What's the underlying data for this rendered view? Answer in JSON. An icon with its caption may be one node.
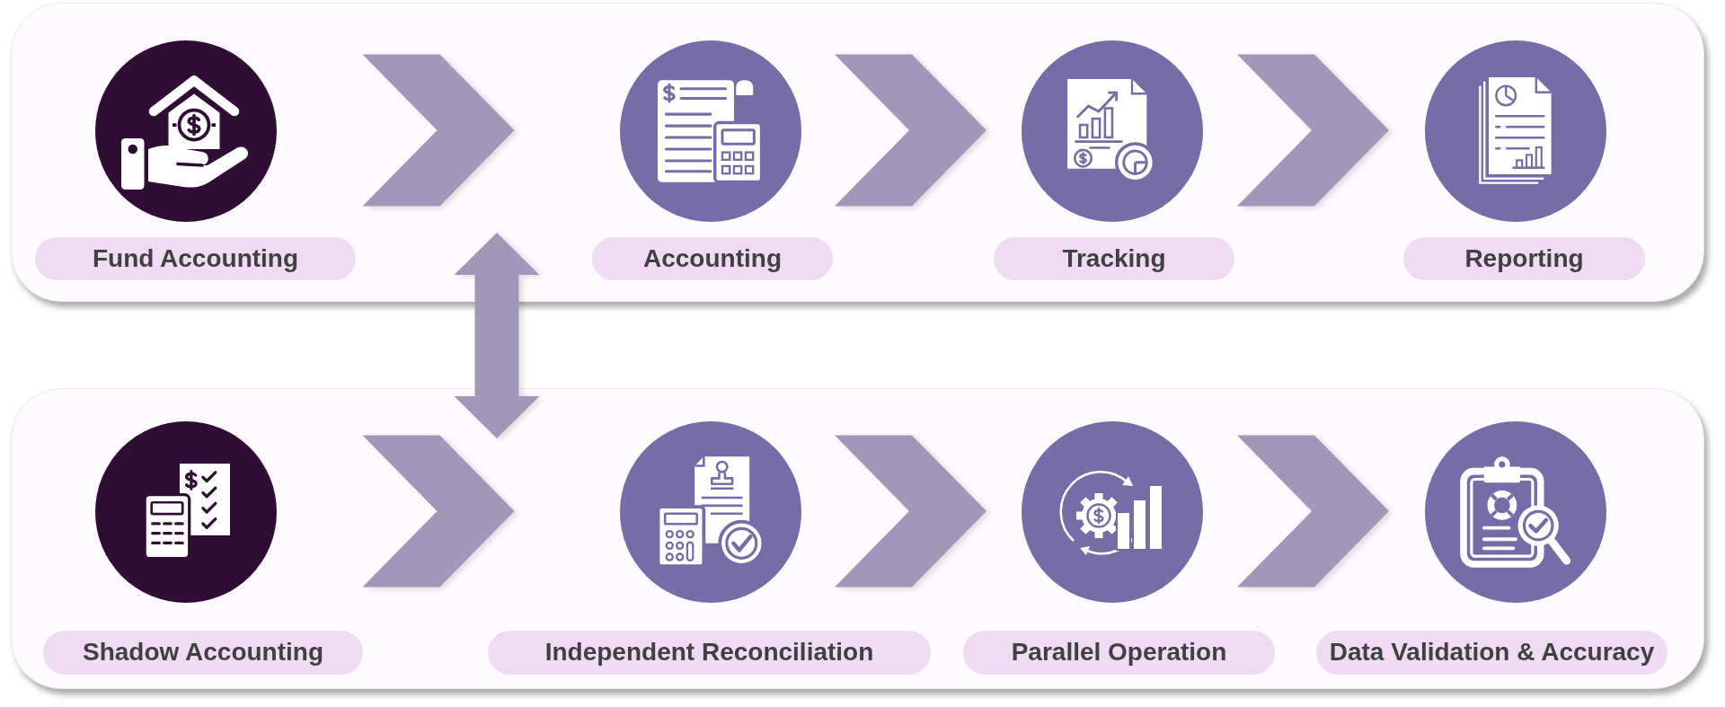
{
  "diagram": {
    "nodes": [
      {
        "text": [],
        "shape": "box"
      },
      {
        "text": [],
        "shape": "circle",
        "in": 0
      },
      {
        "text": [
          "Fund Accounting"
        ],
        "in": 0
      },
      {
        "text": [],
        "shape": "circle",
        "in": 0
      },
      {
        "text": [
          "Accounting"
        ],
        "in": 0
      },
      {
        "text": [],
        "shape": "circle",
        "in": 0
      },
      {
        "text": [
          "Tracking"
        ],
        "in": 0
      },
      {
        "text": [],
        "shape": "circle",
        "in": 0
      },
      {
        "text": [
          "Reporting"
        ],
        "in": 0
      },
      {
        "text": [],
        "shape": "box"
      },
      {
        "text": [],
        "shape": "circle",
        "in": 9
      },
      {
        "text": [
          "Shadow Accounting"
        ],
        "in": 9
      },
      {
        "text": [],
        "shape": "circle",
        "in": 9
      },
      {
        "text": [
          "Independent Reconciliation"
        ],
        "in": 9
      },
      {
        "text": [],
        "shape": "circle",
        "in": 9
      },
      {
        "text": [
          "Parallel Operation"
        ],
        "in": 9
      },
      {
        "text": [],
        "shape": "circle",
        "in": 9
      },
      {
        "text": [
          "Data Validation & Accuracy"
        ],
        "in": 9
      }
    ],
    "edges": [
      {
        "from": 1,
        "to": 3,
        "arrow": "to"
      },
      {
        "from": 3,
        "to": 5,
        "arrow": "to"
      },
      {
        "from": 5,
        "to": 7,
        "arrow": "to"
      },
      {
        "from": 0,
        "to": 9,
        "arrow": "both"
      },
      {
        "from": 10,
        "to": 12,
        "arrow": "to"
      },
      {
        "from": 12,
        "to": 14,
        "arrow": "to"
      },
      {
        "from": 14,
        "to": 16,
        "arrow": "to"
      }
    ]
  }
}
